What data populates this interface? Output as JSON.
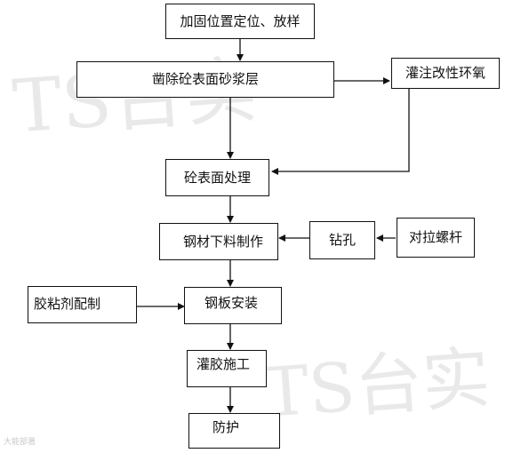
{
  "watermarks": [
    "TS台实",
    "TS台实"
  ],
  "credit": "大能部署",
  "nodes": {
    "n1": "加固位置定位、放样",
    "n2": "凿除砼表面砂浆层",
    "n3": "灌注改性环氧",
    "n4": "砼表面处理",
    "n5": "钢材下料制作",
    "n6": "钻孔",
    "n7": "对拉螺杆",
    "n8": "胶粘剂配制",
    "n9": "钢板安装",
    "n10": "灌胶施工",
    "n11": "防护"
  },
  "colors": {
    "stroke": "#111111",
    "watermark": "#e9e9e9"
  }
}
